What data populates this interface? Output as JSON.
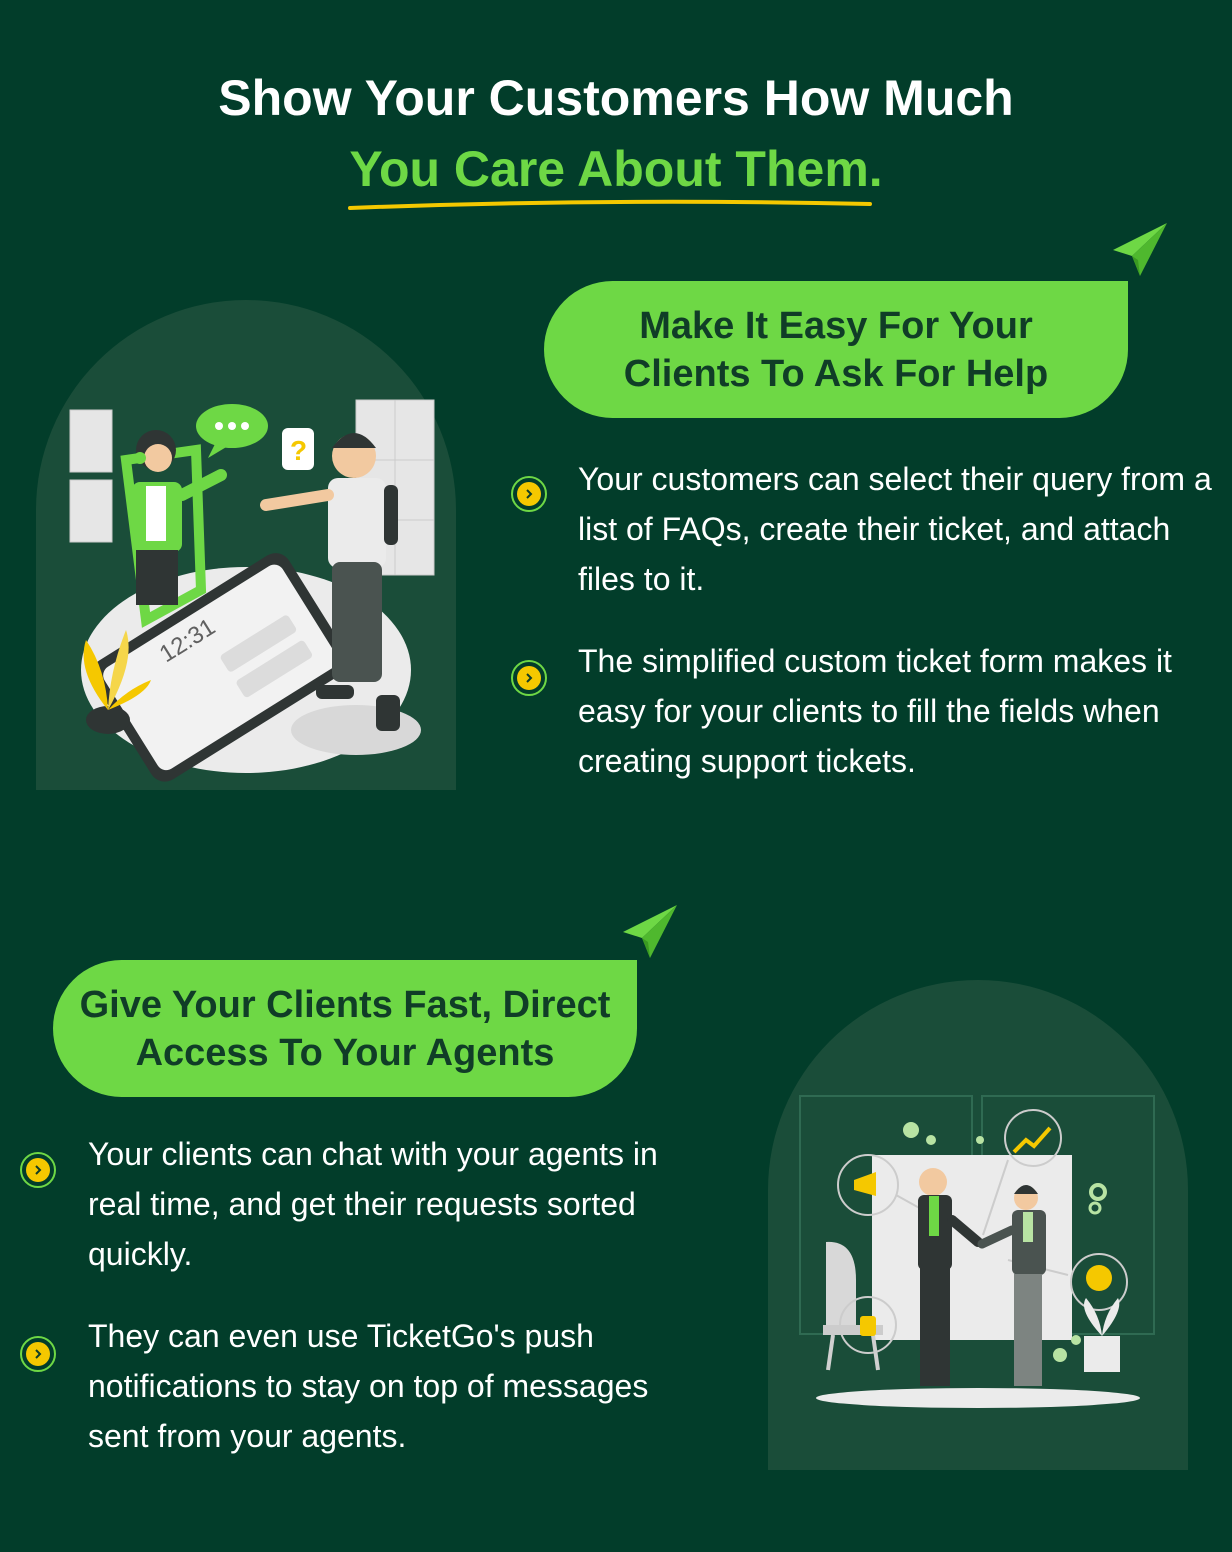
{
  "heading": {
    "line1": "Show Your Customers How Much",
    "line2": "You Care About Them."
  },
  "colors": {
    "background": "#023d2a",
    "accent_green": "#6ed845",
    "pill_text": "#103d27",
    "bullet_yellow": "#f5c800",
    "underline_yellow": "#f5c800"
  },
  "section1": {
    "pill_line1": "Make It Easy For Your",
    "pill_line2": "Clients To Ask For Help",
    "icon": "paper-plane-icon",
    "illustration": "customer-support-illustration",
    "phone_time": "12:31",
    "bullets": [
      {
        "icon": "chevron-right-icon",
        "text": " Your customers can select their query from a list of FAQs, create their ticket, and attach files to it."
      },
      {
        "icon": "chevron-right-icon",
        "text": "The simplified custom ticket form makes it easy for your clients to fill the fields when creating support tickets."
      }
    ]
  },
  "section2": {
    "pill_line1": "Give Your Clients Fast, Direct",
    "pill_line2": "Access To Your Agents",
    "icon": "paper-plane-icon",
    "illustration": "business-handshake-illustration",
    "bullets": [
      {
        "icon": "chevron-right-icon",
        "text": "Your clients can chat with your agents in real time, and get their requests sorted quickly."
      },
      {
        "icon": "chevron-right-icon",
        "text": "They can even use TicketGo's push notifications to stay on top of messages sent from your agents."
      }
    ]
  }
}
